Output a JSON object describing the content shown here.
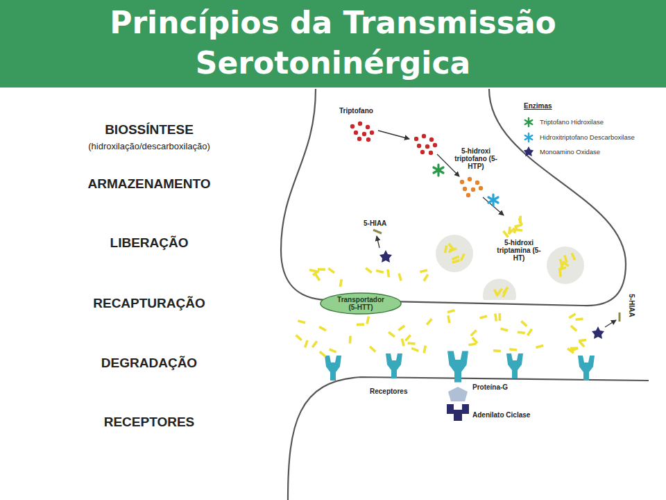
{
  "diagram": {
    "title": "Princípios da Transmissão Serotoninérgica",
    "nodes": [
      {
        "text": [
          "Transportador (5-HTT)"
        ]
      }
    ],
    "labels": [
      "BIOSSÍNTESE",
      "(hidroxilação/descarboxilação)",
      "ARMAZENAMENTO",
      "LIBERAÇÃO",
      "RECAPTURAÇÃO",
      "DEGRADAÇÃO",
      "RECEPTORES",
      "Triptofano",
      "5-hidroxi triptofano (5-HTP)",
      "5-hidroxi triptamina (5-HT)",
      "5-HIAA",
      "5-HIAA",
      "Receptores",
      "Proteína-G",
      "Adenilato Ciclase",
      "Enzimas"
    ],
    "legend": [
      {
        "text": "Triptofano Hidroxilase"
      },
      {
        "text": "Hidroxitriptofano Descarboxilase"
      },
      {
        "text": "Monoamino Oxidase"
      }
    ]
  }
}
